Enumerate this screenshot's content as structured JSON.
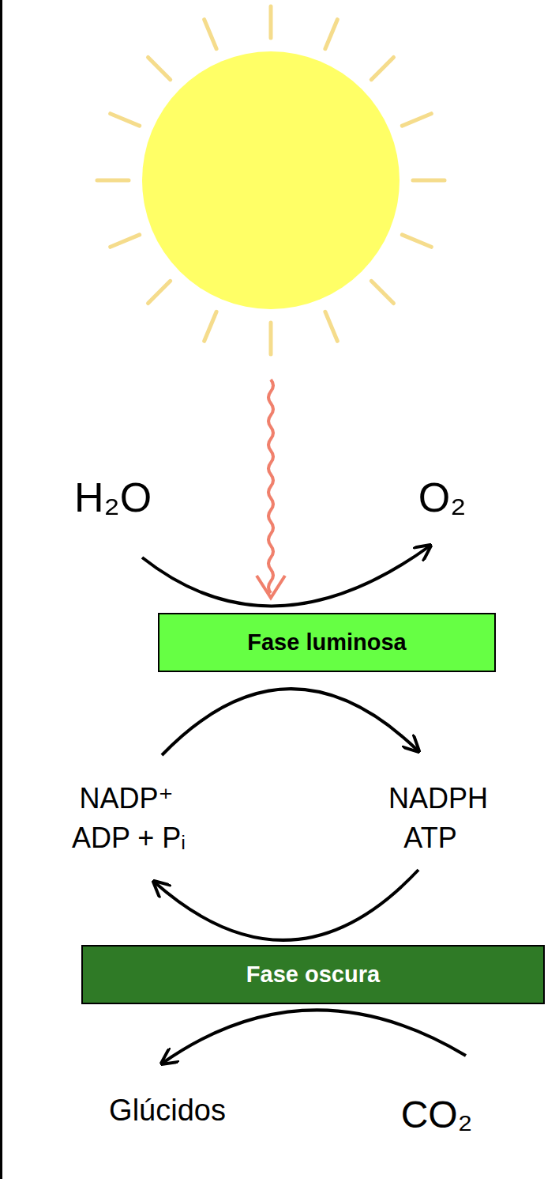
{
  "diagram": {
    "nodes": [
      {
        "text": [
          "Fase luminosa"
        ]
      },
      {
        "text": [
          "Fase oscura"
        ]
      }
    ],
    "labels": [
      "H₂O",
      "O₂",
      "NADP⁺",
      "ADP + Pᵢ",
      "NADPH",
      "ATP",
      "Glúcidos",
      "CO₂"
    ]
  }
}
